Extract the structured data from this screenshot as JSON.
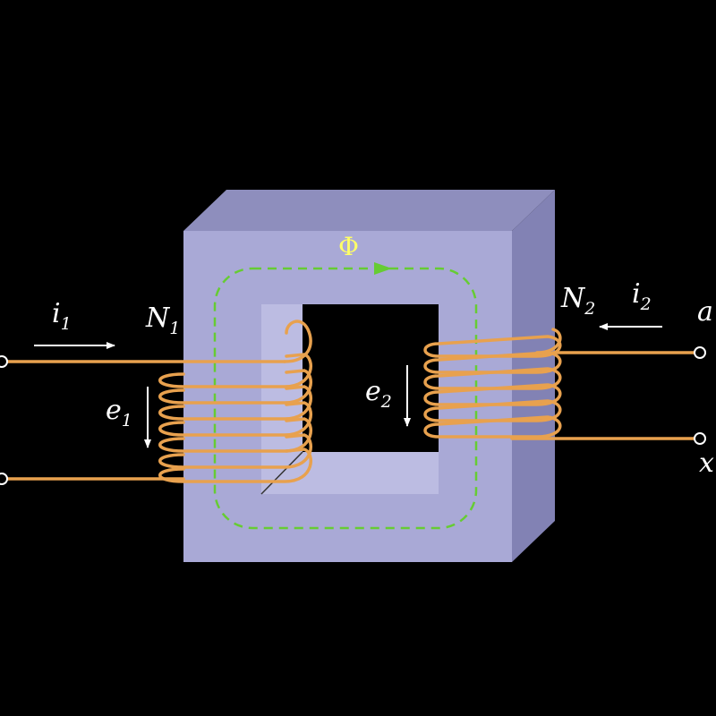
{
  "colors": {
    "background": "#000000",
    "core_front": "#a9a9d6",
    "core_top": "#8e8ebd",
    "core_side": "#8282b4",
    "window_inner": "#bcbce2",
    "winding": "#e8a14e",
    "flux_path": "#66cc33",
    "flux_label": "#ffff66",
    "label": "#ffffff"
  },
  "labels": {
    "flux": "Φ",
    "primary_current": {
      "base": "i",
      "sub": "1"
    },
    "primary_turns": {
      "base": "N",
      "sub": "1"
    },
    "primary_emf": {
      "base": "e",
      "sub": "1"
    },
    "secondary_current": {
      "base": "i",
      "sub": "2"
    },
    "secondary_turns": {
      "base": "N",
      "sub": "2"
    },
    "secondary_emf": {
      "base": "e",
      "sub": "2"
    },
    "terminal_a": "a",
    "terminal_x": "x"
  },
  "icons": {
    "primary_current_arrow": "arrow-right-icon",
    "secondary_current_arrow": "arrow-left-icon",
    "emf_arrows": "arrow-down-icon",
    "flux_direction": "arrow-right-icon",
    "terminals": "terminal-circle-icon"
  }
}
